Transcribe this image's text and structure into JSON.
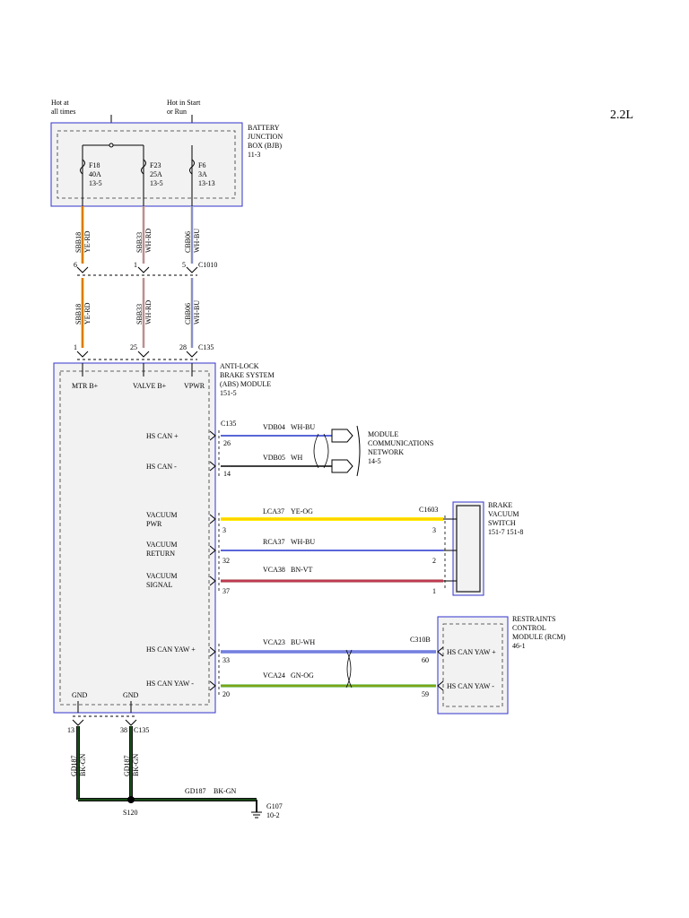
{
  "header": {
    "engine": "2.2L",
    "hot_at_all_times": [
      "Hot at",
      "all times"
    ],
    "hot_in_start": [
      "Hot in Start",
      "or Run"
    ]
  },
  "bjb": {
    "name": [
      "BATTERY",
      "JUNCTION",
      "BOX (BJB)",
      "11-3"
    ],
    "fuses": [
      {
        "id": "F18",
        "rating": "40A",
        "ref": "13-5"
      },
      {
        "id": "F23",
        "rating": "25A",
        "ref": "13-5"
      },
      {
        "id": "F6",
        "rating": "3A",
        "ref": "13-13"
      }
    ]
  },
  "upper_wires": [
    {
      "circuit": "SBB18",
      "color": "YE-RD",
      "c1010_pin": "6",
      "c135_pin": "1"
    },
    {
      "circuit": "SBB33",
      "color": "WH-RD",
      "c1010_pin": "1",
      "c135_pin": "25"
    },
    {
      "circuit": "CBB06",
      "color": "WH-BU",
      "c1010_pin": "5",
      "c135_pin": "28"
    }
  ],
  "connectors": {
    "c1010": "C1010",
    "c135": "C135",
    "c1603": "C1603",
    "c310b": "C310B"
  },
  "abs": {
    "name": [
      "ANTI-LOCK",
      "BRAKE SYSTEM",
      "(ABS) MODULE",
      "151-5"
    ],
    "pins_top": [
      "MTR B+",
      "VALVE B+",
      "VPWR"
    ],
    "hs_can_plus": "HS CAN +",
    "hs_can_minus": "HS CAN -",
    "vacuum_pwr": [
      "VACUUM",
      "PWR"
    ],
    "vacuum_return": [
      "VACUUM",
      "RETURN"
    ],
    "vacuum_signal": [
      "VACUUM",
      "SIGNAL"
    ],
    "hs_can_yaw_plus": "HS CAN YAW +",
    "hs_can_yaw_minus": "HS CAN YAW -",
    "gnd": "GND"
  },
  "can_wires": [
    {
      "pin": "26",
      "circuit": "VDB04",
      "color": "WH-BU"
    },
    {
      "pin": "14",
      "circuit": "VDB05",
      "color": "WH"
    }
  ],
  "mcn": {
    "name": [
      "MODULE",
      "COMMUNICATIONS",
      "NETWORK",
      "14-5"
    ]
  },
  "vacuum_wires": [
    {
      "pin": "3",
      "circuit": "LCA37",
      "color": "YE-OG",
      "switch_pin": "3"
    },
    {
      "pin": "32",
      "circuit": "RCA37",
      "color": "WH-BU",
      "switch_pin": "2"
    },
    {
      "pin": "37",
      "circuit": "VCA38",
      "color": "BN-VT",
      "switch_pin": "1"
    }
  ],
  "bvs": {
    "name": [
      "BRAKE",
      "VACUUM",
      "SWITCH",
      "151-7   151-8"
    ]
  },
  "yaw_wires": [
    {
      "pin": "33",
      "circuit": "VCA23",
      "color": "BU-WH",
      "rcm_pin": "60",
      "rcm_label": "HS CAN YAW +"
    },
    {
      "pin": "20",
      "circuit": "VCA24",
      "color": "GN-OG",
      "rcm_pin": "59",
      "rcm_label": "HS CAN YAW -"
    }
  ],
  "rcm": {
    "name": [
      "RESTRAINTS",
      "CONTROL",
      "MODULE (RCM)",
      "46-1"
    ]
  },
  "ground": {
    "pins": [
      "13",
      "38"
    ],
    "circuit": "GD187",
    "color": "BK-GN",
    "splice": "S120",
    "ground_id": "G107",
    "ground_ref": "10-2"
  },
  "colors": {
    "module_border": "#3333cc",
    "module_fill": "#f2f2f2",
    "ye_rd": [
      "#e6b800",
      "#cc2222"
    ],
    "wh_rd": [
      "#ffffff",
      "#cc2222"
    ],
    "wh_bu": [
      "#ffffff",
      "#2233cc"
    ],
    "ye_og": [
      "#ffee00",
      "#ff9900"
    ],
    "bn_vt": [
      "#993333",
      "#cc2266"
    ],
    "bu_wh": [
      "#2233cc",
      "#ffffff"
    ],
    "gn_og": [
      "#33aa22",
      "#ff9900"
    ],
    "bk_gn": [
      "#111111",
      "#22aa22"
    ]
  }
}
